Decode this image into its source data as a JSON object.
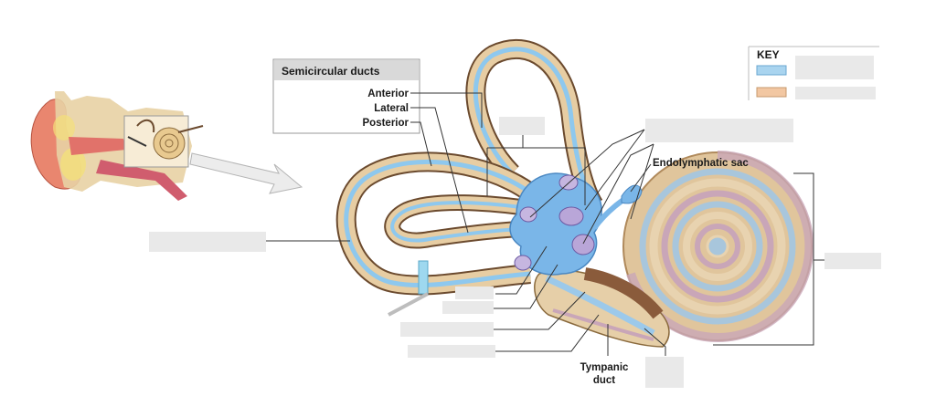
{
  "semicircular_box": {
    "title": "Semicircular ducts",
    "anterior": "Anterior",
    "lateral": "Lateral",
    "posterior": "Posterior"
  },
  "labels": {
    "endolymphatic_sac": "Endolymphatic sac",
    "tympanic_line1": "Tympanic",
    "tympanic_line2": "duct"
  },
  "key": {
    "title": "KEY",
    "endolymph_color": "#a9d4ef",
    "perilymph_color": "#f2c7a2"
  },
  "colors": {
    "membranous_blue": "#8ec8ee",
    "bony_tan": "#d9b58a",
    "bony_dark": "#6b4a2e",
    "vestibule_blue": "#7ab6e8",
    "cochlea_pink": "#c9a6b8"
  }
}
